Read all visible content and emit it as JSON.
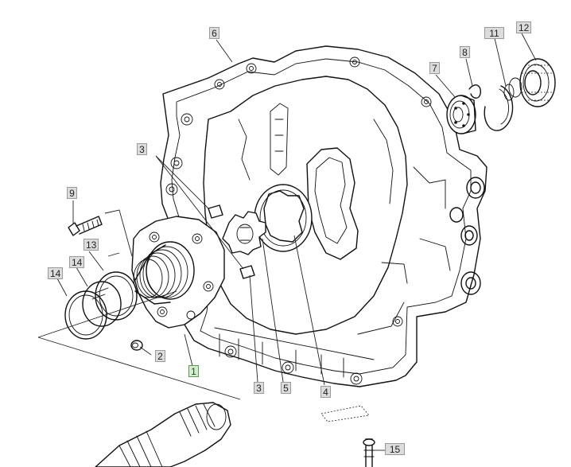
{
  "diagram": {
    "callouts": [
      {
        "id": "c1",
        "text": "1",
        "active": true
      },
      {
        "id": "c2",
        "text": "2"
      },
      {
        "id": "c3a",
        "text": "3"
      },
      {
        "id": "c3b",
        "text": "3"
      },
      {
        "id": "c4",
        "text": "4"
      },
      {
        "id": "c5",
        "text": "5"
      },
      {
        "id": "c6",
        "text": "6"
      },
      {
        "id": "c7",
        "text": "7"
      },
      {
        "id": "c8",
        "text": "8"
      },
      {
        "id": "c9",
        "text": "9"
      },
      {
        "id": "c11",
        "text": "11"
      },
      {
        "id": "c12",
        "text": "12"
      },
      {
        "id": "c13",
        "text": "13"
      },
      {
        "id": "c14a",
        "text": "14"
      },
      {
        "id": "c14b",
        "text": "14"
      },
      {
        "id": "c15",
        "text": "15"
      }
    ],
    "colors": {
      "callout_bg": "#dcdcdc",
      "callout_active_bg": "#d6ecd2",
      "line": "#111111"
    }
  }
}
